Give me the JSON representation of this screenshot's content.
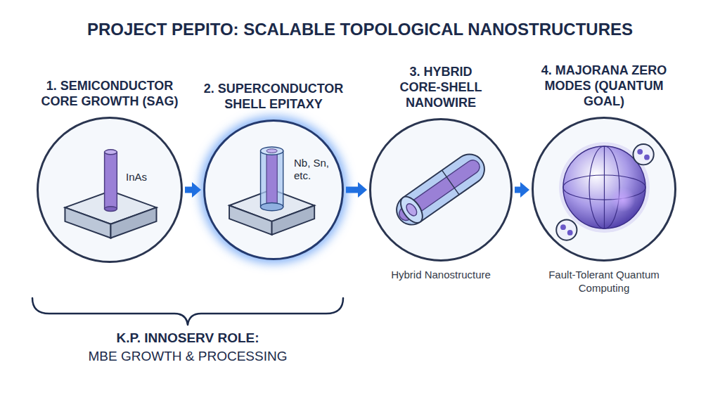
{
  "diagram": {
    "title": "PROJECT PEPITO: SCALABLE TOPOLOGICAL NANOSTRUCTURES",
    "nodes": [
      {
        "text": [
          "1. SEMICONDUCTOR CORE GROWTH (SAG)"
        ]
      },
      {
        "text": [
          "2. SUPERCONDUCTOR SHELL EPITAXY"
        ]
      },
      {
        "text": [
          "3. HYBRID CORE-SHELL NANOWIRE",
          "Hybrid Nanostructure"
        ]
      },
      {
        "text": [
          "4. MAJORANA ZERO MODES (QUANTUM GOAL)",
          "Fault-Tolerant Quantum Computing"
        ]
      }
    ],
    "edges": [
      {
        "from": 0,
        "to": 1,
        "arrow": "to"
      },
      {
        "from": 1,
        "to": 2,
        "arrow": "to"
      },
      {
        "from": 2,
        "to": 3,
        "arrow": "to"
      }
    ],
    "labels": [
      "InAs",
      "Nb, Sn, etc.",
      "K.P. INNOSERV ROLE:",
      "MBE GROWTH & PROCESSING"
    ]
  }
}
